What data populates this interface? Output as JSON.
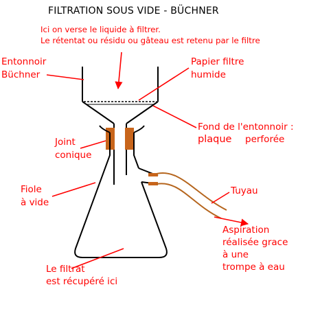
{
  "title": "FILTRATION SOUS VIDE - BÜCHNER",
  "instructions": {
    "line1": "Ici on verse le liquide à filtrer.",
    "line2": "Le rétentat ou résidu ou gâteau est retenu par le filtre"
  },
  "labels": {
    "entonnoir_1": "Entonnoir",
    "entonnoir_2": "Büchner",
    "papier_1": "Papier filtre",
    "papier_2": "humide",
    "fond_1": "Fond de l'entonnoir :",
    "fond_2a": "plaque",
    "fond_2b": "perforée",
    "joint_1": "Joint",
    "joint_2": "conique",
    "fiole_1": "Fiole",
    "fiole_2": "à vide",
    "tuyau": "Tuyau",
    "aspiration_1": "Aspiration",
    "aspiration_2": "réalisée grace",
    "aspiration_3": "à une",
    "aspiration_4": "trompe à eau",
    "filtrat_1": "Le filtrat",
    "filtrat_2": "est récupéré ici"
  },
  "colors": {
    "label": "#ff0000",
    "glass": "#000000",
    "joint": "#c8651b",
    "tube": "#b5651d"
  }
}
